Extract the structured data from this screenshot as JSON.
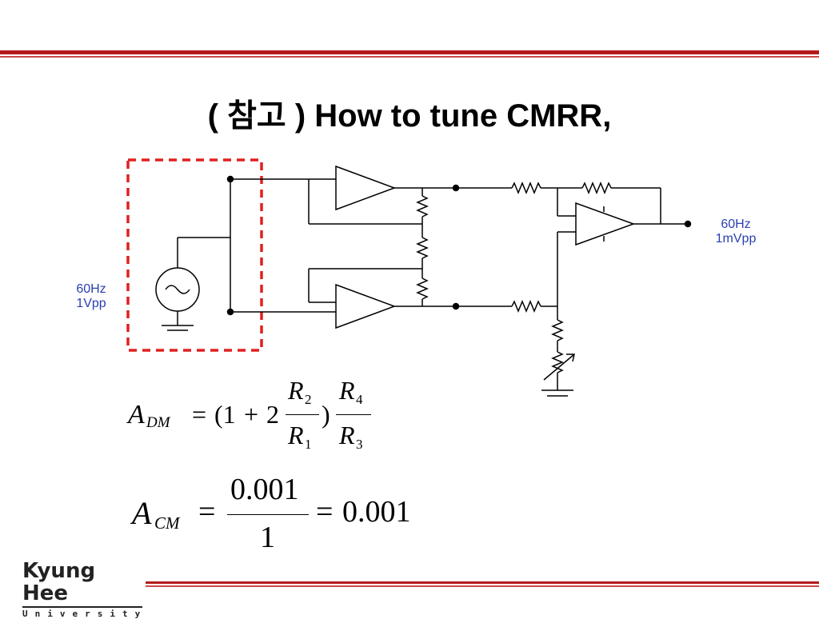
{
  "slide": {
    "title": "( 참고 ) How to tune CMRR,"
  },
  "circuit": {
    "source_label_line1": "60Hz",
    "source_label_line2": "1Vpp",
    "output_label_line1": "60Hz",
    "output_label_line2": "1mVpp"
  },
  "equations": {
    "adm": {
      "lhs_A": "A",
      "lhs_sub": "DM",
      "equals": "=",
      "open": "(1",
      "plus": "+",
      "two": "2",
      "r2": "R",
      "r2_sub": "2",
      "r1": "R",
      "r1_sub": "1",
      "close": ")",
      "r4": "R",
      "r4_sub": "4",
      "r3": "R",
      "r3_sub": "3"
    },
    "acm": {
      "lhs_A": "A",
      "lhs_sub": "CM",
      "equals": "=",
      "numerator": "0.001",
      "denominator": "1",
      "equals2": "=",
      "result": "0.001"
    }
  },
  "footer": {
    "logo_name": "Kyung Hee",
    "logo_sub": "University"
  },
  "colors": {
    "accent_red": "#b51a1a",
    "label_blue": "#2a3fb0",
    "box_red": "#e02020"
  }
}
